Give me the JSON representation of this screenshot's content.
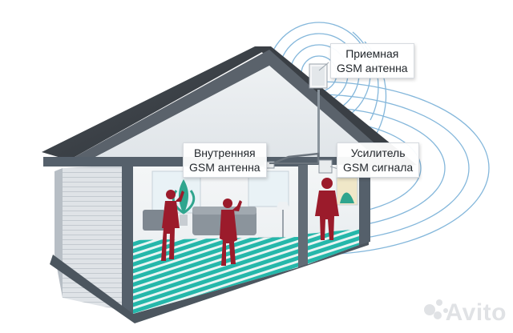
{
  "labels": {
    "receiving_antenna": {
      "line1": "Приемная",
      "line2": "GSM антенна"
    },
    "internal_antenna": {
      "line1": "Внутренняя",
      "line2": "GSM антенна"
    },
    "amplifier": {
      "line1": "Усилитель",
      "line2": "GSM сигнала"
    }
  },
  "watermark": {
    "text": "Avito",
    "icon": "avito-dots-icon"
  },
  "colors": {
    "roof": "#3b4046",
    "wall": "#55606b",
    "siding": "#d9dde1",
    "person": "#9b1b2b",
    "floor": "#1fb3a6",
    "signal": "#5b9fcf"
  },
  "figures": [
    {
      "name": "person-on-phone-left",
      "pose": "phone"
    },
    {
      "name": "person-on-phone-middle",
      "pose": "phone"
    },
    {
      "name": "person-standing-right",
      "pose": "standing"
    }
  ]
}
